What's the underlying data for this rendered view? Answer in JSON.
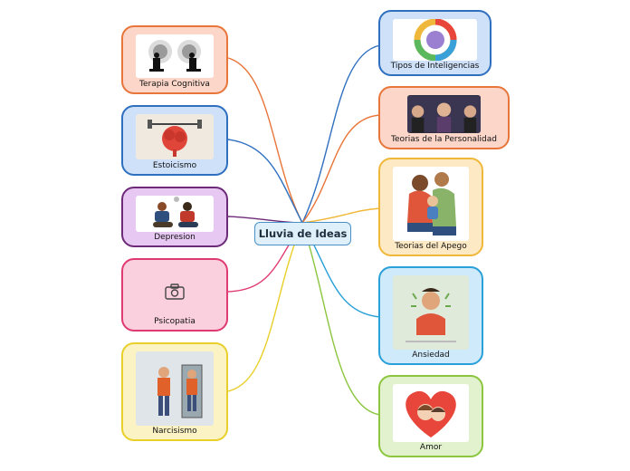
{
  "center": {
    "label": "Lluvia de Ideas"
  },
  "nodes": {
    "terapia": {
      "label": "Terapia Cognitiva",
      "border": "#e8763a",
      "fill": "#fbd6c9"
    },
    "estoicismo": {
      "label": "Estoicismo",
      "border": "#2f6fc0",
      "fill": "#cfe1f8"
    },
    "depresion": {
      "label": "Depresion",
      "border": "#6d2a78",
      "fill": "#e7c8f2"
    },
    "psicopatia": {
      "label": "Psicopatia",
      "border": "#e03a72",
      "fill": "#fbd0de"
    },
    "narcisismo": {
      "label": "Narcisismo",
      "border": "#e8cf2a",
      "fill": "#fbf3c4"
    },
    "inteligencias": {
      "label": "Tipos de Inteligencias",
      "border": "#2f6fc0",
      "fill": "#cfe1f8"
    },
    "personalidad": {
      "label": "Teorias de la Personalidad",
      "border": "#e8763a",
      "fill": "#fbd6c9"
    },
    "apego": {
      "label": "Teorias del Apego",
      "border": "#f0b83a",
      "fill": "#fde9c4"
    },
    "ansiedad": {
      "label": "Ansiedad",
      "border": "#2aa0d8",
      "fill": "#cfeafa"
    },
    "amor": {
      "label": "Amor",
      "border": "#8cc63f",
      "fill": "#e2f2cf"
    }
  },
  "icons": {
    "psicopatia": "camera-icon"
  }
}
